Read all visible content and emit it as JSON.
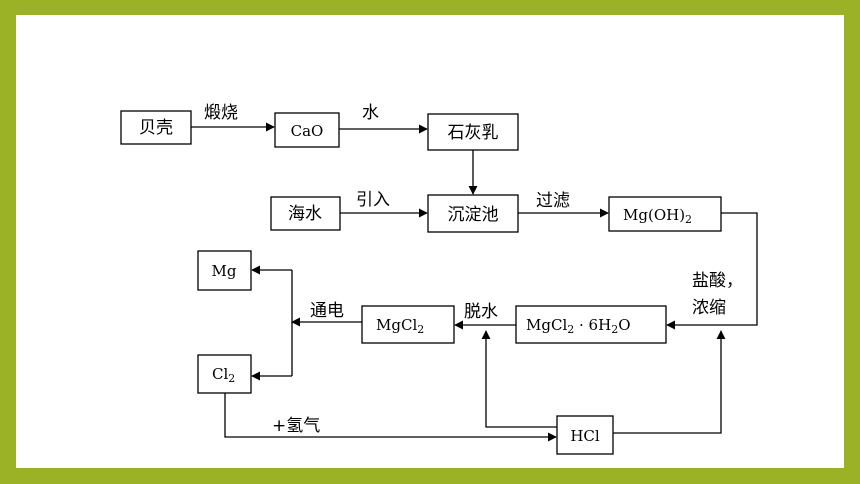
{
  "diagram": {
    "nodes": {
      "shell": "贝壳",
      "cao": "CaO",
      "lime_milk": "石灰乳",
      "seawater": "海水",
      "settling_tank": "沉淀池",
      "mgoh2_main": "Mg(OH)",
      "mgoh2_sub": "2",
      "mg": "Mg",
      "cl2_main": "Cl",
      "cl2_sub": "2",
      "mgcl2_main": "MgCl",
      "mgcl2_sub": "2",
      "hydrate_main": "MgCl",
      "hydrate_sub1": "2",
      "hydrate_mid": " · 6H",
      "hydrate_sub2": "2",
      "hydrate_end": "O",
      "hcl": "HCl"
    },
    "edges": {
      "calcine": "煅烧",
      "water": "水",
      "introduce": "引入",
      "filter": "过滤",
      "acid_line1": "盐酸，",
      "acid_line2": "浓缩",
      "dehydrate": "脱水",
      "electrolysis": "通电",
      "plus_hydrogen": "+氢气"
    }
  }
}
